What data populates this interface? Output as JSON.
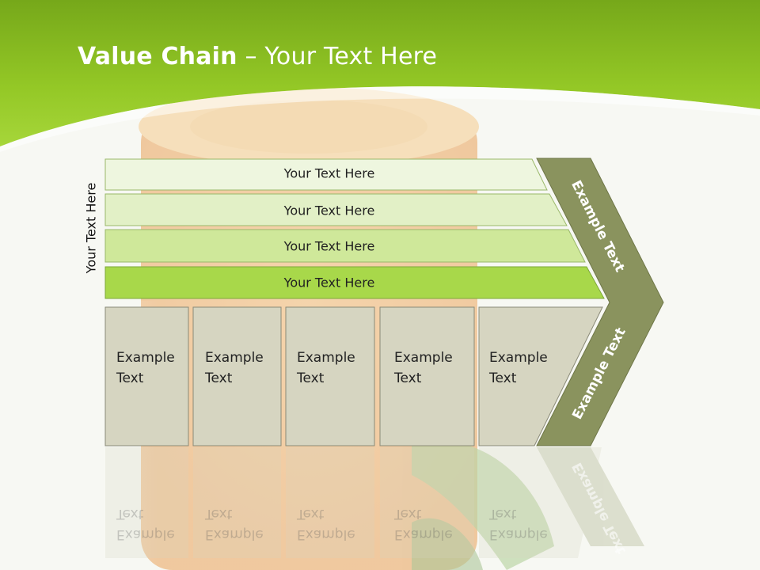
{
  "title": {
    "bold": "Value Chain",
    "rest": " – Your Text Here"
  },
  "side_label": "Your Text Here",
  "bars": [
    {
      "label": "Your Text Here",
      "color": "#eef6df"
    },
    {
      "label": "Your Text Here",
      "color": "#e2f0c6"
    },
    {
      "label": "Your Text Here",
      "color": "#cfe89a"
    },
    {
      "label": "Your Text Here",
      "color": "#a8d84a"
    }
  ],
  "columns": [
    {
      "line1": "Example",
      "line2": "Text"
    },
    {
      "line1": "Example",
      "line2": "Text"
    },
    {
      "line1": "Example",
      "line2": "Text"
    },
    {
      "line1": "Example",
      "line2": "Text"
    },
    {
      "line1": "Example",
      "line2": "Text"
    }
  ],
  "chevron": {
    "upper": "Example Text",
    "lower": "Example Text",
    "color": "#8a935e"
  },
  "colors": {
    "header_green": "#8cc21f",
    "column_fill": "#d6d5c1"
  }
}
